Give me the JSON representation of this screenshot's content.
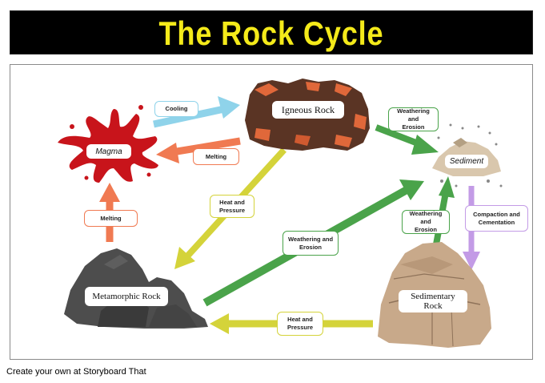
{
  "title": "The Rock Cycle",
  "credit": "Create your own at Storyboard That",
  "nodes": {
    "igneous": "Igneous Rock",
    "magma": "Magma",
    "sediment": "Sediment",
    "metamorphic": "Metamorphic Rock",
    "sedimentary_line1": "Sedimentary",
    "sedimentary_line2": "Rock"
  },
  "arrows": {
    "cooling": "Cooling",
    "melting_top": "Melting",
    "melting_left": "Melting",
    "weathering_igneous_l1": "Weathering and",
    "weathering_igneous_l2": "Erosion",
    "heat_pressure_igneous_l1": "Heat and",
    "heat_pressure_igneous_l2": "Pressure",
    "weathering_meta_l1": "Weathering and",
    "weathering_meta_l2": "Erosion",
    "weathering_sed_l1": "Weathering and",
    "weathering_sed_l2": "Erosion",
    "compaction_l1": "Compaction and",
    "compaction_l2": "Cementation",
    "heat_pressure_bottom_l1": "Heat and",
    "heat_pressure_bottom_l2": "Pressure"
  },
  "colors": {
    "title_bg": "#000000",
    "title_text": "#f4ea1a",
    "cooling": "#8fd3ea",
    "melting": "#f07a52",
    "weathering": "#4aa34a",
    "heat_pressure": "#d4d33a",
    "compaction": "#c39be6",
    "magma": "#c8141b",
    "igneous": "#6b3f2a",
    "metamorphic": "#4d4d4d",
    "sedimentary": "#c8a98a"
  }
}
